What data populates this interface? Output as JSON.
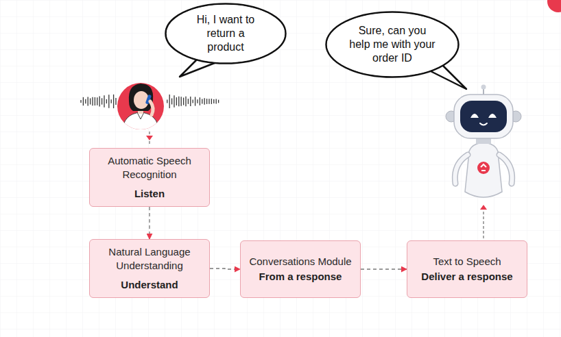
{
  "diagram": {
    "nodes": [
      {
        "text": [
          "Hi, I want to return a product"
        ]
      },
      {
        "text": [
          "Sure, can you help me with your order ID"
        ]
      },
      {
        "text": [
          "Automatic Speech Recognition",
          "Listen"
        ]
      },
      {
        "text": [
          "Natural Language Understanding",
          "Understand"
        ]
      },
      {
        "text": [
          "Conversations Module",
          "From a response"
        ]
      },
      {
        "text": [
          "Text to Speech",
          "Deliver a response"
        ]
      }
    ],
    "edges": [
      {
        "from": 2,
        "to": 3,
        "arrow": "to"
      },
      {
        "from": 3,
        "to": 4,
        "arrow": "to"
      },
      {
        "from": 4,
        "to": 5,
        "arrow": "to"
      }
    ]
  }
}
